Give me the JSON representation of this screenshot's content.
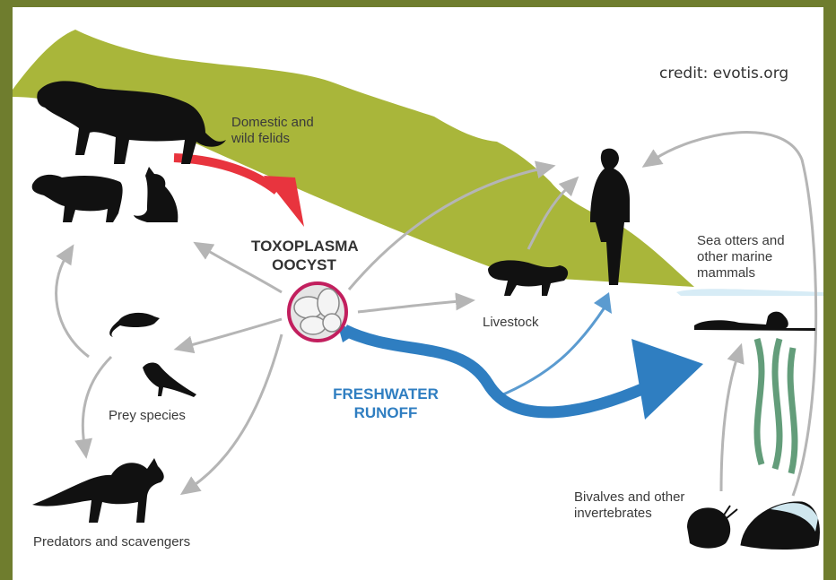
{
  "credit": "credit: evotis.org",
  "center": {
    "title": "TOXOPLASMA\nOOCYST"
  },
  "runoff": "FRESHWATER\nRUNOFF",
  "labels": {
    "felids": "Domestic and\nwild felids",
    "prey": "Prey species",
    "predators": "Predators and scavengers",
    "livestock": "Livestock",
    "otters": "Sea otters and\nother marine\nmammals",
    "bivalves": "Bivalves and other\ninvertebrates"
  },
  "colors": {
    "hill": "#a9b63a",
    "felid_arrow": "#e8343e",
    "runoff": "#2f7ec1",
    "gray_arrow": "#b5b5b5",
    "silhouette": "#111111",
    "kelp": "#2f7d4e",
    "water": "#d7ecf6"
  }
}
